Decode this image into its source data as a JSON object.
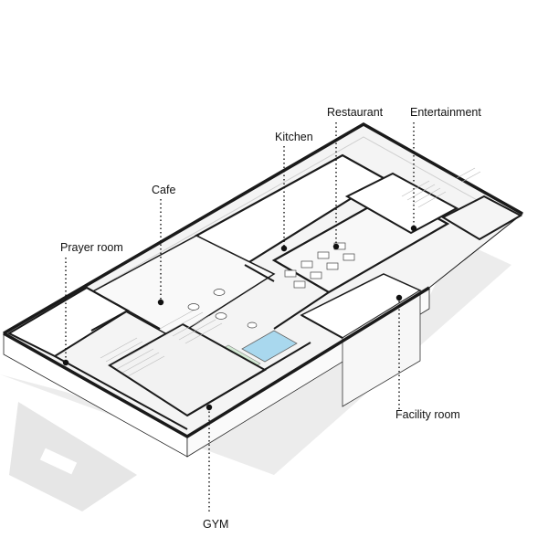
{
  "labels": {
    "restaurant": "Restaurant",
    "entertainment": "Entertainment",
    "kitchen": "Kitchen",
    "cafe": "Cafe",
    "prayer_room": "Prayer room",
    "facility_room": "Facility room",
    "gym": "GYM"
  },
  "colors": {
    "wall": "#1a1a1a",
    "floor": "#f3f3f3",
    "shadow": "#e9e9e9",
    "pool": "#a9d8ee",
    "green_floor": "#d3ead4",
    "leader": "#111111"
  }
}
